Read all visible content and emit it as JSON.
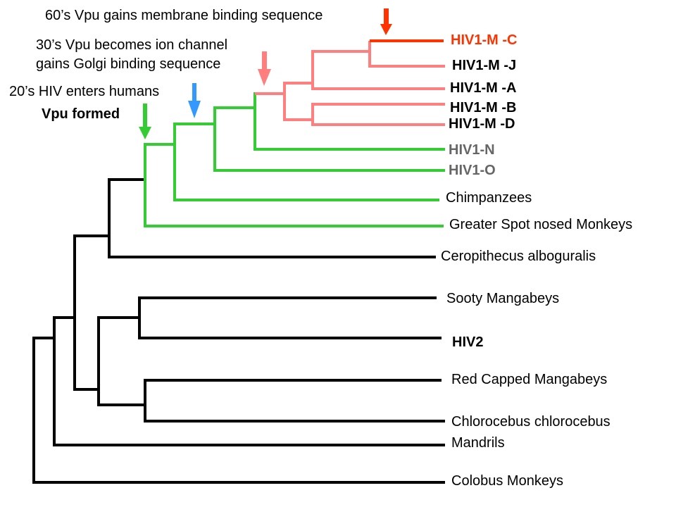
{
  "colors": {
    "black_clade": "#000000",
    "green_clade": "#33cc33",
    "pink_clade": "#ff7f7f",
    "red_highlight": "#ff3300",
    "blue_arrow": "#3399ff",
    "grey_label": "#666666"
  },
  "annotations": {
    "sixties": "60’s Vpu gains membrane binding sequence",
    "thirties_line1": "30’s Vpu becomes ion channel",
    "thirties_line2": "gains Golgi binding sequence",
    "twenties": "20’s HIV enters humans",
    "vpu_formed": "Vpu formed"
  },
  "taxa": [
    {
      "id": "hiv1-m-c",
      "label": "HIV1-M -C",
      "clade": "red"
    },
    {
      "id": "hiv1-m-j",
      "label": "HIV1-M -J",
      "clade": "pink"
    },
    {
      "id": "hiv1-m-a",
      "label": "HIV1-M -A",
      "clade": "pink"
    },
    {
      "id": "hiv1-m-b",
      "label": "HIV1-M -B",
      "clade": "pink"
    },
    {
      "id": "hiv1-m-d",
      "label": "HIV1-M -D",
      "clade": "pink"
    },
    {
      "id": "hiv1-n",
      "label": "HIV1-N",
      "clade": "green"
    },
    {
      "id": "hiv1-o",
      "label": "HIV1-O",
      "clade": "green"
    },
    {
      "id": "chimpanzees",
      "label": "Chimpanzees",
      "clade": "green"
    },
    {
      "id": "greater-spot-nosed-monkeys",
      "label": "Greater Spot nosed Monkeys",
      "clade": "green"
    },
    {
      "id": "ceropithecus-alboguralis",
      "label": "Ceropithecus alboguralis",
      "clade": "black"
    },
    {
      "id": "sooty-mangabeys",
      "label": "Sooty Mangabeys",
      "clade": "black"
    },
    {
      "id": "hiv2",
      "label": "HIV2",
      "clade": "black"
    },
    {
      "id": "red-capped-mangabeys",
      "label": "Red Capped Mangabeys",
      "clade": "black"
    },
    {
      "id": "chlorocebus-chlorocebus",
      "label": "Chlorocebus chlorocebus",
      "clade": "black"
    },
    {
      "id": "mandrils",
      "label": "Mandrils",
      "clade": "black"
    },
    {
      "id": "colobus-monkeys",
      "label": "Colobus Monkeys",
      "clade": "black"
    }
  ]
}
